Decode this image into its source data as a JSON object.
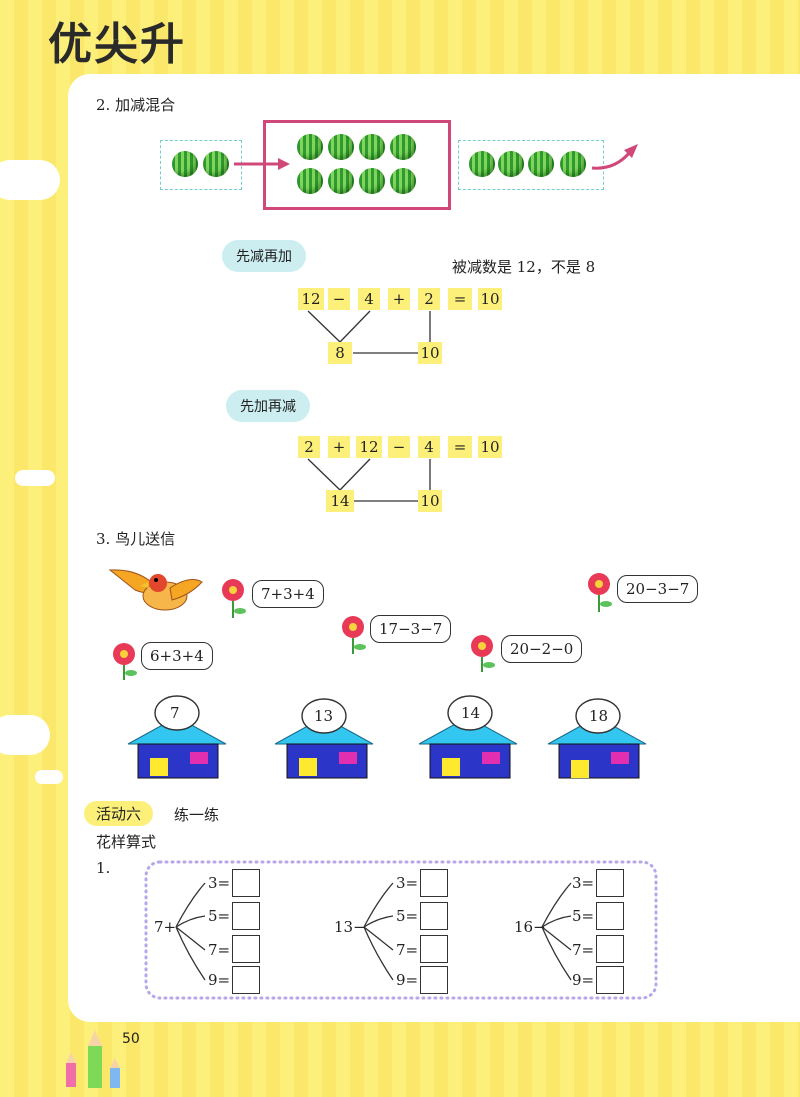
{
  "header": {
    "title": "优尖升"
  },
  "section2": {
    "heading": "2. 加减混合",
    "bubble1": "先减再加",
    "note": "被减数是 12，不是 8",
    "eq1": [
      "12",
      "−",
      "4",
      "+",
      "2",
      "=",
      "10"
    ],
    "eq1_sub": [
      "8",
      "10"
    ],
    "bubble2": "先加再减",
    "eq2": [
      "2",
      "+",
      "12",
      "−",
      "4",
      "=",
      "10"
    ],
    "eq2_sub": [
      "14",
      "10"
    ]
  },
  "section3": {
    "heading": "3. 鸟儿送信",
    "exprs": [
      "7+3+4",
      "6+3+4",
      "17−3−7",
      "20−2−0",
      "20−3−7"
    ],
    "houses": [
      "7",
      "13",
      "14",
      "18"
    ]
  },
  "activity": {
    "badge": "活动六",
    "title": "练一练",
    "subtitle": "花样算式",
    "num": "1."
  },
  "tree_groups": [
    {
      "root": "7+",
      "items": [
        "3=",
        "5=",
        "7=",
        "9="
      ]
    },
    {
      "root": "13−",
      "items": [
        "3=",
        "5=",
        "7=",
        "9="
      ]
    },
    {
      "root": "16−",
      "items": [
        "3=",
        "5=",
        "7=",
        "9="
      ]
    }
  ],
  "footer": {
    "page_number": "50"
  },
  "colors": {
    "accent": "#d0487a",
    "highlight": "#fdf07a",
    "bubble": "#cdeef0",
    "house_roof": "#33c6f0",
    "house_wall": "#2b36c8"
  }
}
